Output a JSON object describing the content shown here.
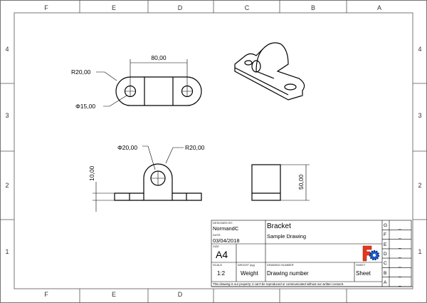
{
  "zones": {
    "columns": [
      "F",
      "E",
      "D",
      "C",
      "B",
      "A"
    ],
    "rows": [
      "4",
      "3",
      "2",
      "1"
    ]
  },
  "dimensions": {
    "radius_top": "R20,00",
    "hole_top": "Φ15,00",
    "length": "80,00",
    "hole_front": "Φ20,00",
    "radius_front": "R20,00",
    "thickness": "10,00",
    "width": "50,00"
  },
  "title_block": {
    "designed_by_label": "DESIGNED BY:",
    "designed_by": "NormandC",
    "date_label": "DATE:",
    "date": "03/04/2018",
    "size_label": "SIZE",
    "size": "A4",
    "title": "Bracket",
    "subtitle": "Sample Drawing",
    "scale_label": "SCALE",
    "scale": "1:2",
    "weight_label": "WEIGHT (kg)",
    "weight": "Weight",
    "drawing_number_label": "DRAWING NUMBER",
    "drawing_number": "Drawing number",
    "sheet_label": "SHEET",
    "sheet": "Sheet",
    "disclaimer": "This drawing is our property; it can't be reproduced or communicated without our written consent.",
    "revisions": [
      {
        "letter": "G",
        "value": "_"
      },
      {
        "letter": "F",
        "value": "_"
      },
      {
        "letter": "E",
        "value": "_"
      },
      {
        "letter": "D",
        "value": "_"
      },
      {
        "letter": "C",
        "value": "_"
      },
      {
        "letter": "B",
        "value": "_"
      },
      {
        "letter": "A",
        "value": "_"
      }
    ]
  },
  "logo_icon": "freecad-logo"
}
